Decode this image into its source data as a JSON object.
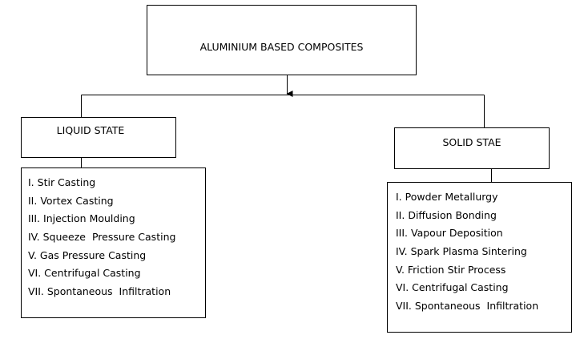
{
  "root": {
    "label": "ALUMINIUM BASED COMPOSITES"
  },
  "left_branch": {
    "label": "LIQUID STATE",
    "items": [
      "I. Stir Casting",
      "II. Vortex Casting",
      "III. Injection Moulding",
      "IV. Squeeze  Pressure Casting",
      "V. Gas Pressure Casting",
      "VI. Centrifugal Casting",
      "VII. Spontaneous  Infiltration"
    ]
  },
  "right_branch": {
    "label": "SOLID STAE",
    "items": [
      "I. Powder Metallurgy",
      "II. Diffusion Bonding",
      "III. Vapour Deposition",
      "IV. Spark Plasma Sintering",
      "V. Friction Stir Process",
      "VI. Centrifugal Casting",
      "VII. Spontaneous  Infiltration"
    ]
  },
  "colors": {
    "line": "#000000",
    "background": "#ffffff",
    "text": "#000000"
  }
}
